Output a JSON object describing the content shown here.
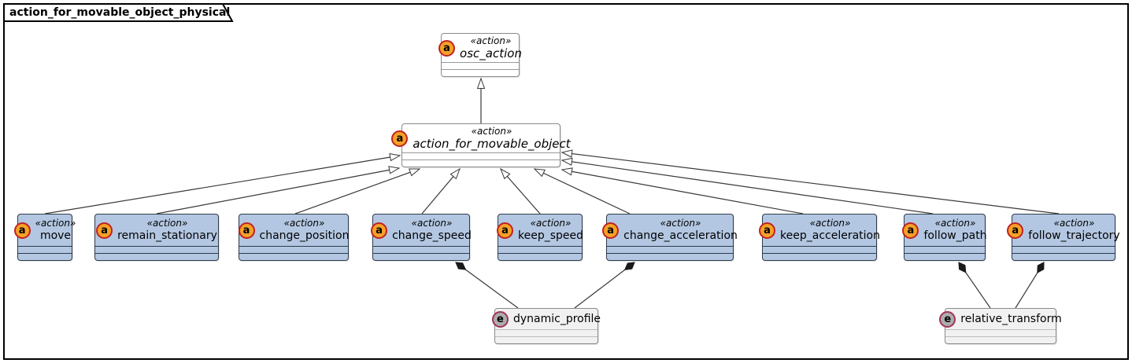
{
  "frame": {
    "title": "action_for_movable_object_physical"
  },
  "colors": {
    "class_fill": "#B3C7E2",
    "class_border": "#2F3B4C",
    "abstract_fill": "#FFFFFF",
    "abstract_border": "#8A8A8A",
    "enum_fill": "#F1F1F1",
    "enum_border": "#8A8A8A",
    "spot_a_fill": "#F5A127",
    "spot_a_border": "#C02222",
    "spot_e_fill": "#ACACAC",
    "spot_e_border": "#A03358",
    "edge": "#383838"
  },
  "nodes": {
    "osc_action": {
      "stereotype": "«action»",
      "name": "osc_action",
      "icon": "a"
    },
    "action_for_movable_object": {
      "stereotype": "«action»",
      "name": "action_for_movable_object",
      "icon": "a"
    },
    "move": {
      "stereotype": "«action»",
      "name": "move",
      "icon": "a"
    },
    "remain_stationary": {
      "stereotype": "«action»",
      "name": "remain_stationary",
      "icon": "a"
    },
    "change_position": {
      "stereotype": "«action»",
      "name": "change_position",
      "icon": "a"
    },
    "change_speed": {
      "stereotype": "«action»",
      "name": "change_speed",
      "icon": "a"
    },
    "keep_speed": {
      "stereotype": "«action»",
      "name": "keep_speed",
      "icon": "a"
    },
    "change_acceleration": {
      "stereotype": "«action»",
      "name": "change_acceleration",
      "icon": "a"
    },
    "keep_acceleration": {
      "stereotype": "«action»",
      "name": "keep_acceleration",
      "icon": "a"
    },
    "follow_path": {
      "stereotype": "«action»",
      "name": "follow_path",
      "icon": "a"
    },
    "follow_trajectory": {
      "stereotype": "«action»",
      "name": "follow_trajectory",
      "icon": "a"
    },
    "dynamic_profile": {
      "name": "dynamic_profile",
      "icon": "e"
    },
    "relative_transform": {
      "name": "relative_transform",
      "icon": "e"
    }
  },
  "edges": [
    {
      "from": "action_for_movable_object",
      "to": "osc_action",
      "type": "generalization"
    },
    {
      "from": "move",
      "to": "action_for_movable_object",
      "type": "generalization"
    },
    {
      "from": "remain_stationary",
      "to": "action_for_movable_object",
      "type": "generalization"
    },
    {
      "from": "change_position",
      "to": "action_for_movable_object",
      "type": "generalization"
    },
    {
      "from": "change_speed",
      "to": "action_for_movable_object",
      "type": "generalization"
    },
    {
      "from": "keep_speed",
      "to": "action_for_movable_object",
      "type": "generalization"
    },
    {
      "from": "change_acceleration",
      "to": "action_for_movable_object",
      "type": "generalization"
    },
    {
      "from": "keep_acceleration",
      "to": "action_for_movable_object",
      "type": "generalization"
    },
    {
      "from": "follow_path",
      "to": "action_for_movable_object",
      "type": "generalization"
    },
    {
      "from": "follow_trajectory",
      "to": "action_for_movable_object",
      "type": "generalization"
    },
    {
      "from": "change_speed",
      "to": "dynamic_profile",
      "type": "composition"
    },
    {
      "from": "change_acceleration",
      "to": "dynamic_profile",
      "type": "composition"
    },
    {
      "from": "follow_path",
      "to": "relative_transform",
      "type": "composition"
    },
    {
      "from": "follow_trajectory",
      "to": "relative_transform",
      "type": "composition"
    }
  ]
}
